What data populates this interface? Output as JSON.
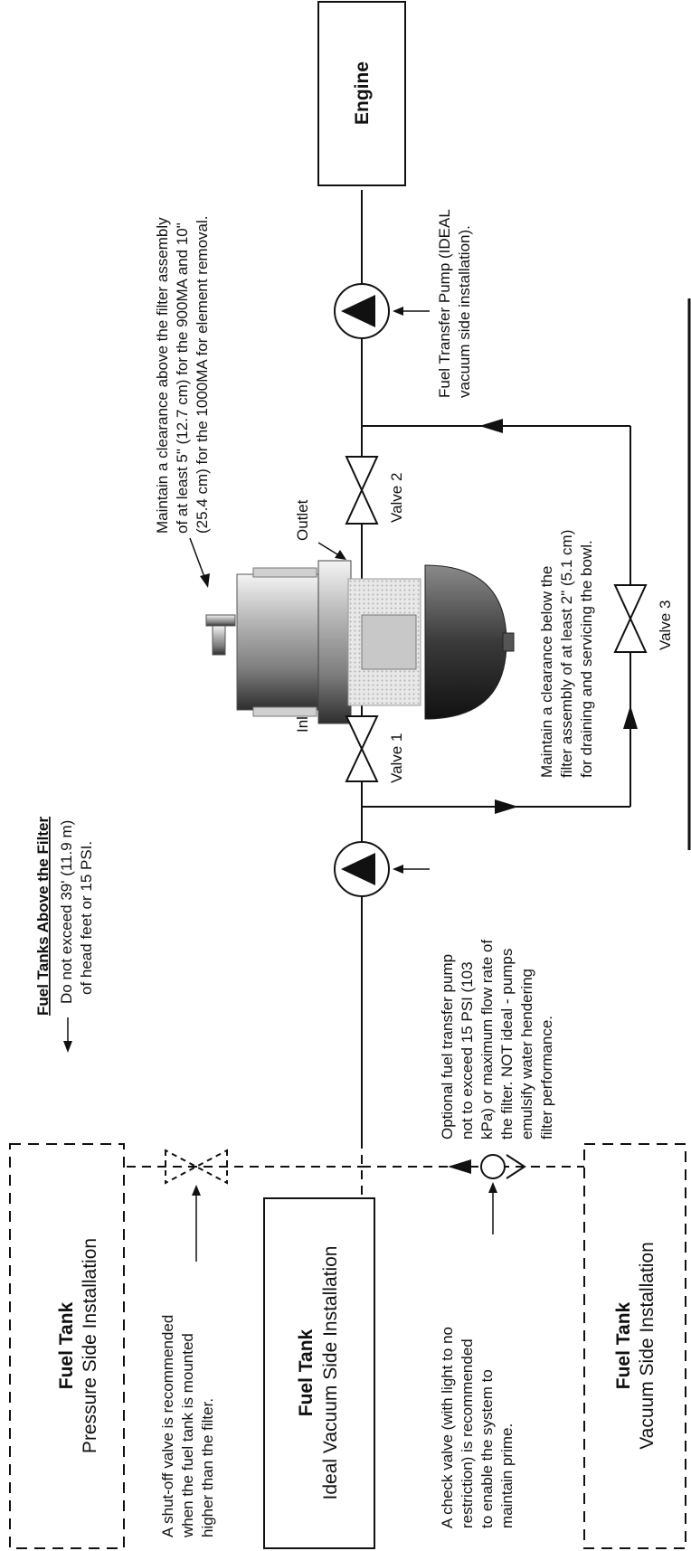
{
  "engine": {
    "label": "Engine"
  },
  "pump_ideal_note": [
    "Fuel Transfer Pump (IDEAL",
    "vacuum side installation)."
  ],
  "clearance_above_note": [
    "Maintain a clearance above the filter assembly",
    "of at least 5\" (12.7 cm) for the 900MA and 10\"",
    "(25.4 cm) for the 1000MA for element removal."
  ],
  "outlet_label": "Outlet",
  "inlet_label": "Inlet",
  "valves": {
    "valve1": "Valve 1",
    "valve2": "Valve 2",
    "valve3": "Valve 3"
  },
  "clearance_below_note": [
    "Maintain a clearance below the",
    "filter assembly of at least 2\" (5.1 cm)",
    "for draining and servicing the bowl."
  ],
  "head_limit": {
    "title": "Fuel Tanks Above the Filter",
    "lines": [
      "Do not exceed 39' (11.9 m)",
      "of head feet or 15 PSI."
    ]
  },
  "optional_pump_note": [
    "Optional fuel transfer pump",
    "not to exceed 15 PSI (103",
    "kPa) or maximum flow rate of",
    "the filter. NOT ideal - pumps",
    "emulsify water hendering",
    "filter performance."
  ],
  "tanks": {
    "pressure": {
      "title": "Fuel Tank",
      "subtitle": "Pressure Side Installation"
    },
    "ideal": {
      "title": "Fuel Tank",
      "subtitle": "Ideal Vacuum Side Installation"
    },
    "vacuum": {
      "title": "Fuel Tank",
      "subtitle": "Vacuum Side Installation"
    }
  },
  "shutoff_note": [
    "A shut-off valve is recommended",
    "when the fuel tank is mounted",
    "higher than the filter."
  ],
  "check_valve_note": [
    "A check valve (with light to no",
    "restriction) is recommended",
    "to enable the system to",
    "maintain prime."
  ]
}
